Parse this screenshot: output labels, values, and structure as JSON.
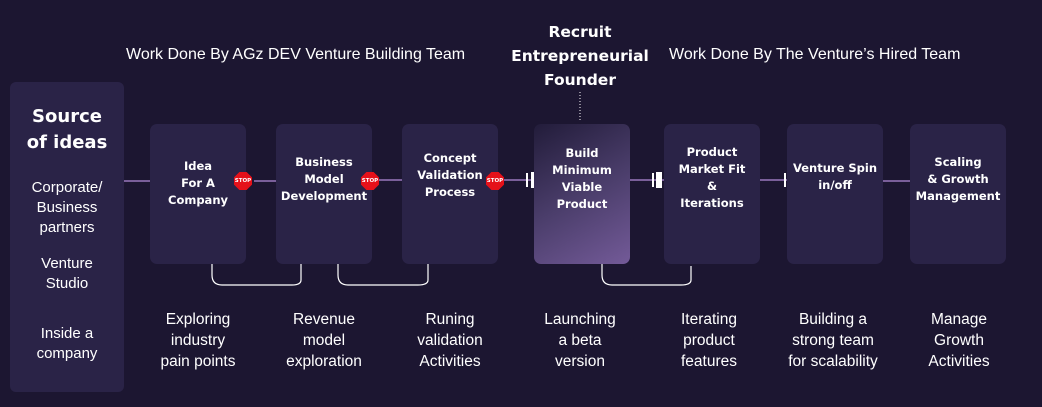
{
  "headers": {
    "left": "Work Done By AGz DEV Venture Building Team",
    "center": "Recruit\nEntrepreneurial\nFounder",
    "right": "Work Done By The Venture’s Hired Team"
  },
  "source": {
    "title": "Source\nof ideas",
    "items": [
      "Corporate/\nBusiness\npartners",
      "Venture\nStudio",
      "Inside a\ncompany"
    ]
  },
  "stages": [
    {
      "title": "Idea\nFor A\nCompany",
      "desc": "Exploring\nindustry\npain points"
    },
    {
      "title": "Business\nModel\nDevelopment",
      "desc": "Revenue\nmodel\nexploration"
    },
    {
      "title": "Concept\nValidation\nProcess",
      "desc": "Runing\nvalidation\nActivities"
    },
    {
      "title": "Build\nMinimum\nViable\nProduct",
      "desc": "Launching\na beta\nversion"
    },
    {
      "title": "Product\nMarket Fit\n&\nIterations",
      "desc": "Iterating\nproduct\nfeatures"
    },
    {
      "title": "Venture Spin\nin/off",
      "desc": "Building a\nstrong team\nfor scalability"
    },
    {
      "title": "Scaling\n& Growth\nManagement",
      "desc": "Manage\nGrowth\nActivities"
    }
  ],
  "stop_label": "STOP",
  "colors": {
    "background": "#1c1631",
    "box": "#2a2347",
    "arrow": "#7a5f9a",
    "stop": "#e5111a"
  }
}
